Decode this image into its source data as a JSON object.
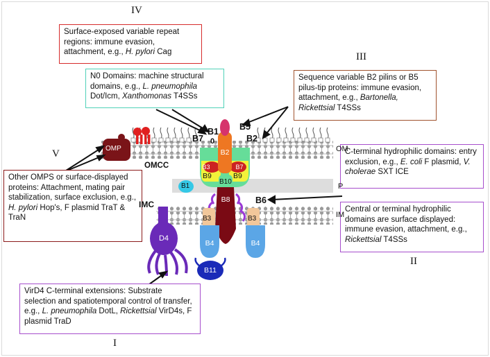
{
  "numerals": {
    "iv": "IV",
    "iii": "III",
    "v": "V",
    "ii": "II",
    "i": "I"
  },
  "boxes": {
    "iv": {
      "pre": "Surface-exposed variable repeat regions: immune evasion, attachment, e.g., ",
      "em1": "H. pylori",
      "post": " Cag"
    },
    "n0": {
      "pre": "N0 Domains: machine structural domains, e.g., ",
      "em1": "L. pneumophila",
      "mid": " Dot/Icm, ",
      "em2": "Xanthomonas",
      "post": " T4SSs"
    },
    "iii": {
      "pre": "Sequence variable B2 pilins or B5 pilus-tip proteins: immune evasion, attachment, e.g., ",
      "em1": "Bartonella, Rickettsial",
      "post": " T4SSs"
    },
    "v": {
      "pre": "Other OMPS or surface-displayed proteins: Attachment, mating pair stabilization, surface exclusion, e.g., ",
      "em1": "H. pylori",
      "post": " Hop's, F plasmid TraT & TraN"
    },
    "ctermA": {
      "pre": "C-terminal hydrophilic domains: entry exclusion, e.g., ",
      "em1": "E. coli",
      "mid": " F plasmid, ",
      "em2": "V. cholerae",
      "post": " SXT ICE"
    },
    "ii": {
      "pre": "Central or terminal hydrophilic domains are surface displayed: immune evasion, attachment, e.g., ",
      "em1": "Rickettsial",
      "post": " T4SSs"
    },
    "i": {
      "pre": "VirD4 C-terminal extensions: Substrate selection and spatiotemporal control of transfer, e.g., ",
      "em1": "L. pneumophila",
      "mid": " DotL, ",
      "em2": "Rickettsial",
      "post": " VirD4s, F plasmid TraD"
    }
  },
  "labels": {
    "omp": "OMP",
    "om": "OM",
    "p": "P",
    "im": "IM",
    "omcc": "OMCC",
    "imc": "IMC",
    "b1_top": "B1",
    "zero": "0",
    "b7_top": "B7",
    "b5": "B5",
    "b2_top": "B2",
    "b6": "B6",
    "b2": "B2",
    "b9": "B9",
    "b10": "B10",
    "b8": "B8",
    "b1": "B1",
    "b3": "B3",
    "b4": "B4",
    "b11": "B11",
    "d4": "D4"
  },
  "colors": {
    "red_box": "#d62a2a",
    "teal_box": "#4fd1b8",
    "brown_box": "#a0522d",
    "maroon_box": "#8b1a1a",
    "purple_box": "#a64dcc",
    "omcc_green": "#66dd99",
    "b9_yellow": "#f2f23a",
    "b8_maroon": "#7a0a14",
    "b4_blue": "#5ba6e6",
    "d4_purple": "#6a2ab8",
    "b11_blue": "#1a2ab8",
    "b1_cyan": "#35c8e6"
  }
}
